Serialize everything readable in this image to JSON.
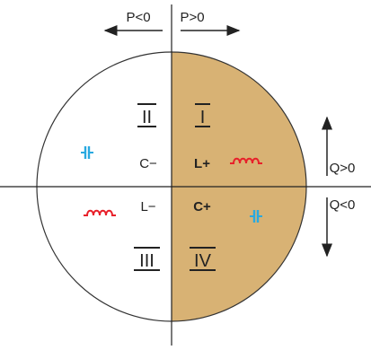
{
  "colors": {
    "right_half_fill": "#d8b274",
    "circle_stroke": "#333333",
    "axis": "#222222",
    "capacitor": "#29a9e0",
    "inductor": "#e8202a"
  },
  "axis_labels": {
    "p_negative": "P<0",
    "p_positive": "P>0",
    "q_positive": "Q>0",
    "q_negative": "Q<0"
  },
  "quadrants": {
    "q1": {
      "numeral": "I",
      "load": "L+"
    },
    "q2": {
      "numeral": "II",
      "load": "C−"
    },
    "q3": {
      "numeral": "III",
      "load": "L−"
    },
    "q4": {
      "numeral": "IV",
      "load": "C+"
    }
  },
  "icons": {
    "q1": "inductor-icon",
    "q2": "capacitor-icon",
    "q3": "inductor-icon",
    "q4": "capacitor-icon"
  }
}
